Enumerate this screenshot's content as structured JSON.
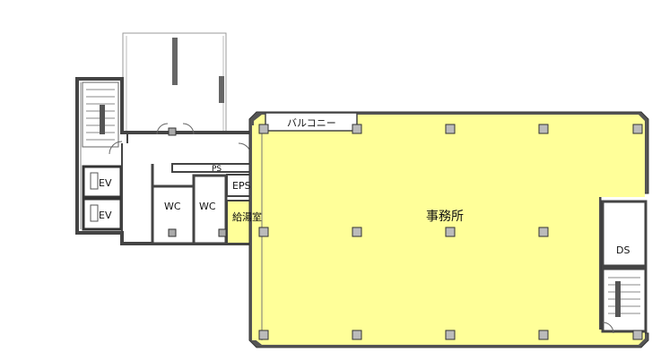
{
  "colors": {
    "office_fill": "#ffff99",
    "wall": "#555555",
    "wall_dark": "#333333",
    "column_fill": "#bbbbbb",
    "core_fill": "#ffffff",
    "page_bg": "#ffffff"
  },
  "rooms": {
    "balcony": "バルコニー",
    "ps": "PS",
    "eps": "EPS",
    "wc_left": "WC",
    "wc_right": "WC",
    "kitchen": "給湯室",
    "office": "事務所",
    "ev_upper": "EV",
    "ev_lower": "EV",
    "ds": "DS"
  }
}
